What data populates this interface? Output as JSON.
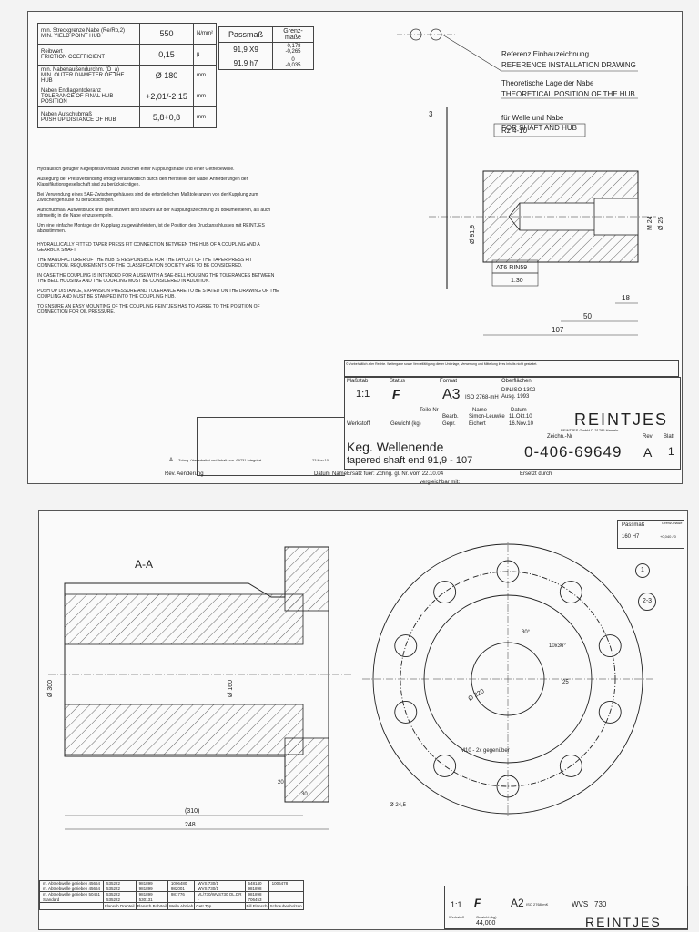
{
  "sheet1": {
    "spec_rows": [
      {
        "label_de": "min. Streckgrenze Nabe (Re/Rp,2)",
        "label_en": "MIN. YIELD POINT HUB",
        "value": "550",
        "unit": "N/mm²"
      },
      {
        "label_de": "Reibwert",
        "label_en": "FRICTION COEFFICIENT",
        "value": "0,15",
        "unit": "μ"
      },
      {
        "label_de": "min. Nabenaußendurchm. (D_a)",
        "label_en": "MIN. OUTER DIAMETER OF THE HUB",
        "value": "Ø 180",
        "unit": "mm"
      },
      {
        "label_de": "Naben Endlagentoleranz",
        "label_en": "TOLERANCE OF FINAL HUB POSITION",
        "value": "+2,01/-2,15",
        "unit": "mm"
      },
      {
        "label_de": "Naben Aufschubmaß",
        "label_en": "PUSH UP DISTANCE OF HUB",
        "value": "5,8+0,8",
        "unit": "mm"
      }
    ],
    "tol_table": {
      "header_fit": "Passmaß",
      "header_limit": "Grenz-maße",
      "rows": [
        {
          "fit": "91,9  X9",
          "upper": "-0,178",
          "lower": "-0,265"
        },
        {
          "fit": "91,9  h7",
          "upper": "0",
          "lower": "-0,035"
        }
      ]
    },
    "notes_de": [
      "Hydraulisch gefügter Kegelpressverband zwischen einer Kupplungsnabe und einer Getriebewelle.",
      "Auslegung der Pressverbindung erfolgt verantwortlich durch den Hersteller der Nabe. Anforderungen der Klassifikationsgesellschaft sind zu berücksichtigen.",
      "Bei Verwendung eines SAE-Zwischengehäuses sind die erforderlichen Maßtoleranzen von der Kupplung zum Zwischengehäuse zu berücksichtigen.",
      "Aufschubmaß, Aufweitdruck und Toleranzwert sind sowohl auf der Kupplungszeichnung zu dokumentieren, als auch stirnseitig in die Nabe einzustempeln.",
      "Um eine einfache Montage der Kupplung zu gewährleisten, ist die Position des Druckanschlusses mit REINTJES abzustimmen."
    ],
    "notes_en": [
      "Hydraulically fitted taper press fit connection between the hub of a coupling and a gearbox shaft.",
      "The manufacturer of the hub is responsible for the layout of the taper press fit connection. Requirements of the classification society are to be considered.",
      "In case the coupling is intended for a use with a SAE-bell housing the tolerances between the bell housing and the coupling must be considered in addition.",
      "Push up distance, expansion pressure and tolerance are to be stated on the drawing of the coupling and must be stamped into the coupling hub.",
      "To ensure an easy mounting of the coupling REINTJES has to agree to the position of connection for oil pressure."
    ],
    "ref_de": "Referenz Einbauzeichnung",
    "ref_en": "REFERENCE INSTALLATION DRAWING",
    "theo_de": "Theoretische Lage der Nabe",
    "theo_en": "THEORETICAL POSITION OF THE HUB",
    "rz_note": "Rz 4-10",
    "rz_de": "für Welle und Nabe",
    "rz_en": "FOR SHAFT AND HUB",
    "dims": {
      "d1": "Ø 91,9",
      "m24": "M 24",
      "d25": "Ø 25",
      "at6": "AT6  RIN59",
      "taper": "1:30",
      "l18": "18",
      "l50": "50",
      "l107": "107",
      "l3": "3"
    },
    "title_block": {
      "scale_label": "Maßstab",
      "scale": "1:1",
      "status_label": "Status",
      "status": "F",
      "format_label": "Format",
      "format": "A3",
      "standard": "ISO 2768-mH",
      "surface_label": "Oberflächen",
      "surface": "DIN/ISO 1302 Ausg. 1993",
      "part_no_label": "Teile-Nr",
      "name_label": "Name",
      "date_label": "Datum",
      "drawn_label": "Bearb.",
      "drawn_name": "Simon-Leuwke",
      "drawn_date": "11.Okt.10",
      "checked_label": "Gepr.",
      "checked_name": "Eichert",
      "checked_date": "16.Nov.10",
      "material_label": "Werkstoff",
      "weight_label": "Gewicht (kg)",
      "company": "REINTJES",
      "company_addr": "REINTJES GmbH  D-31785 Hameln",
      "title_de": "Keg. Wellenende",
      "title_en": "tapered shaft end 91,9 - 107",
      "drawing_no_label": "Zeichn.-Nr",
      "drawing_no": "0-406-69649",
      "rev_label": "Rev",
      "rev": "A",
      "sheet_label": "Blatt",
      "sheet": "1",
      "replaces": "Ersatz fuer: Zchng. gl. Nr. vom 22.10.04",
      "replaced_by": "Ersetzt durch",
      "comparable": "vergleichbar mit:",
      "revision_note": "Zchng. überarbeitet und Inhalt von -69731 integriert",
      "revision_date": "23.Nov.10",
      "changes_label": "Rev. Aenderung",
      "date_col": "Datum",
      "name_col": "Name",
      "copyright": "© Vorbehaltlich aller Rechte. Weitergabe sowie Vervielfältigung dieser Unterlage, Verwertung und Mitteilung ihres Inhalts nicht gestattet."
    }
  },
  "sheet2": {
    "section_label": "A-A",
    "fit_header": "Passmaß",
    "fit_limit_header": "Grenz-maße",
    "fit_value": "160 H7",
    "fit_limits": "+0,040 / 0",
    "dims": {
      "d300": "Ø 300",
      "d160": "Ø 160",
      "d220": "Ø 220",
      "d245": "Ø 24,5",
      "l310": "(310)",
      "l248": "248",
      "l20": "20",
      "l30": "30",
      "m10": "M10 - 2x gegenüber",
      "ang": "30°",
      "ang2": "10x36°",
      "r25": "25"
    },
    "callouts": [
      "1",
      "2-3"
    ],
    "rough_rows": [
      {
        "desc": "m. Abtriebwelle gerieben 45664",
        "a": "535222",
        "b": "981899",
        "c": "1006480",
        "d": "WVS 730/1",
        "e": "548140",
        "f": "1006478"
      },
      {
        "desc": "m. Abtriebwelle gerieben 45664",
        "a": "535222",
        "b": "981899",
        "c": "982001",
        "d": "WVS 730/1",
        "e": "981898",
        "f": ""
      },
      {
        "desc": "m. Abtriebwelle gerieben 50461",
        "a": "535222",
        "b": "981899",
        "c": "981776",
        "d": "VL/730/WVS730 OL.DR",
        "e": "981898",
        "f": ""
      },
      {
        "desc": "Standard",
        "a": "535222",
        "b": "530131",
        "c": "",
        "d": "-",
        "e": "706453",
        "f": ""
      }
    ],
    "rough_footer": [
      "Flansch Drehteil",
      "Flansch Bohrteil",
      "Welle Abtrieb",
      "Getr.Typ",
      "Bill Flansch",
      "Schraubenbolzen"
    ],
    "title_block": {
      "scale": "1:1",
      "status": "F",
      "format": "A2",
      "standard": "ISO 2768-mK",
      "type": "WVS",
      "size": "730",
      "company": "REINTJES",
      "material_label": "Werkstoff",
      "weight_label": "Gewicht (kg)",
      "weight": "44,000"
    }
  }
}
